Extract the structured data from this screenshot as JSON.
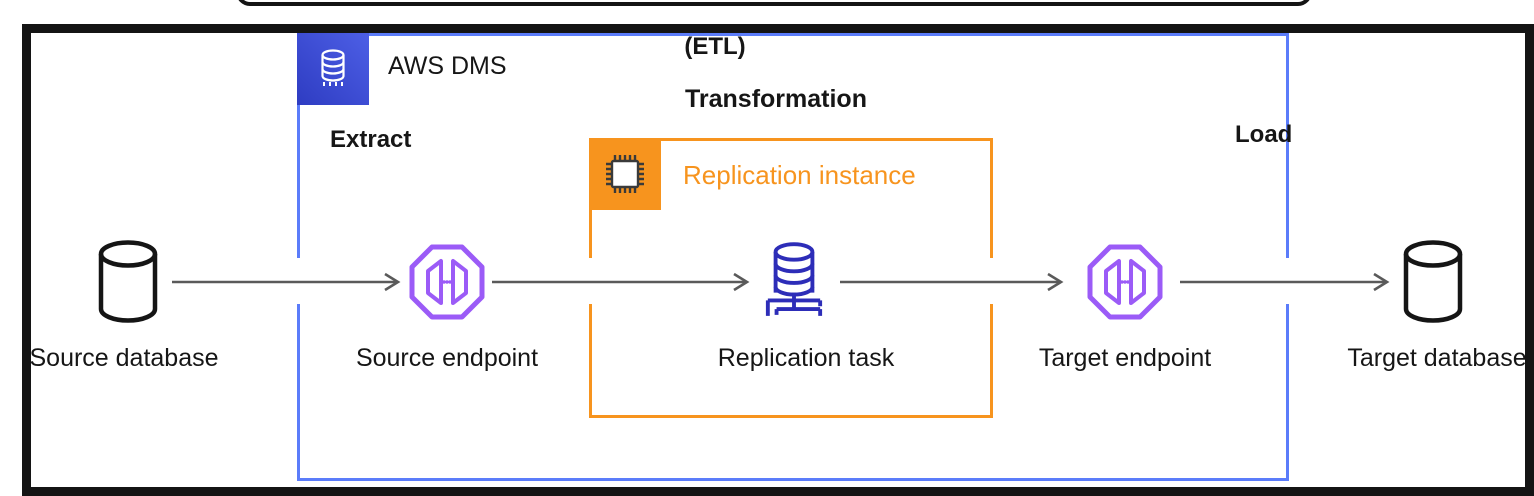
{
  "colors": {
    "frame_black": "#141414",
    "dms_blue": "#5b7cfa",
    "orange": "#f7941e",
    "endpoint_purple": "#9b5bf7",
    "task_indigo": "#2d2db8",
    "arrow_gray": "#5a5a5a",
    "dms_icon_dark": "#2e3cc2",
    "dms_icon_light": "#4d5fe6",
    "chip_dark": "#3a3a3a",
    "text_black": "#161616"
  },
  "header": {
    "dms_label": "AWS DMS",
    "dms_icon": "database-migration-service-icon",
    "etl": "(ETL)"
  },
  "annotations": {
    "extract": "Extract",
    "transformation": "Transformation",
    "load": "Load"
  },
  "replication_box": {
    "label": "Replication instance",
    "icon": "processor-chip-icon"
  },
  "nodes": {
    "source_database": {
      "label": "Source database",
      "icon": "database-cylinder-icon"
    },
    "source_endpoint": {
      "label": "Source endpoint",
      "icon": "endpoint-octagon-icon"
    },
    "replication_task": {
      "label": "Replication task",
      "icon": "replication-task-icon"
    },
    "target_endpoint": {
      "label": "Target endpoint",
      "icon": "endpoint-octagon-icon"
    },
    "target_database": {
      "label": "Target database",
      "icon": "database-cylinder-icon"
    }
  },
  "flow": [
    {
      "from": "source_database",
      "to": "source_endpoint"
    },
    {
      "from": "source_endpoint",
      "to": "replication_task"
    },
    {
      "from": "replication_task",
      "to": "target_endpoint"
    },
    {
      "from": "target_endpoint",
      "to": "target_database"
    }
  ]
}
